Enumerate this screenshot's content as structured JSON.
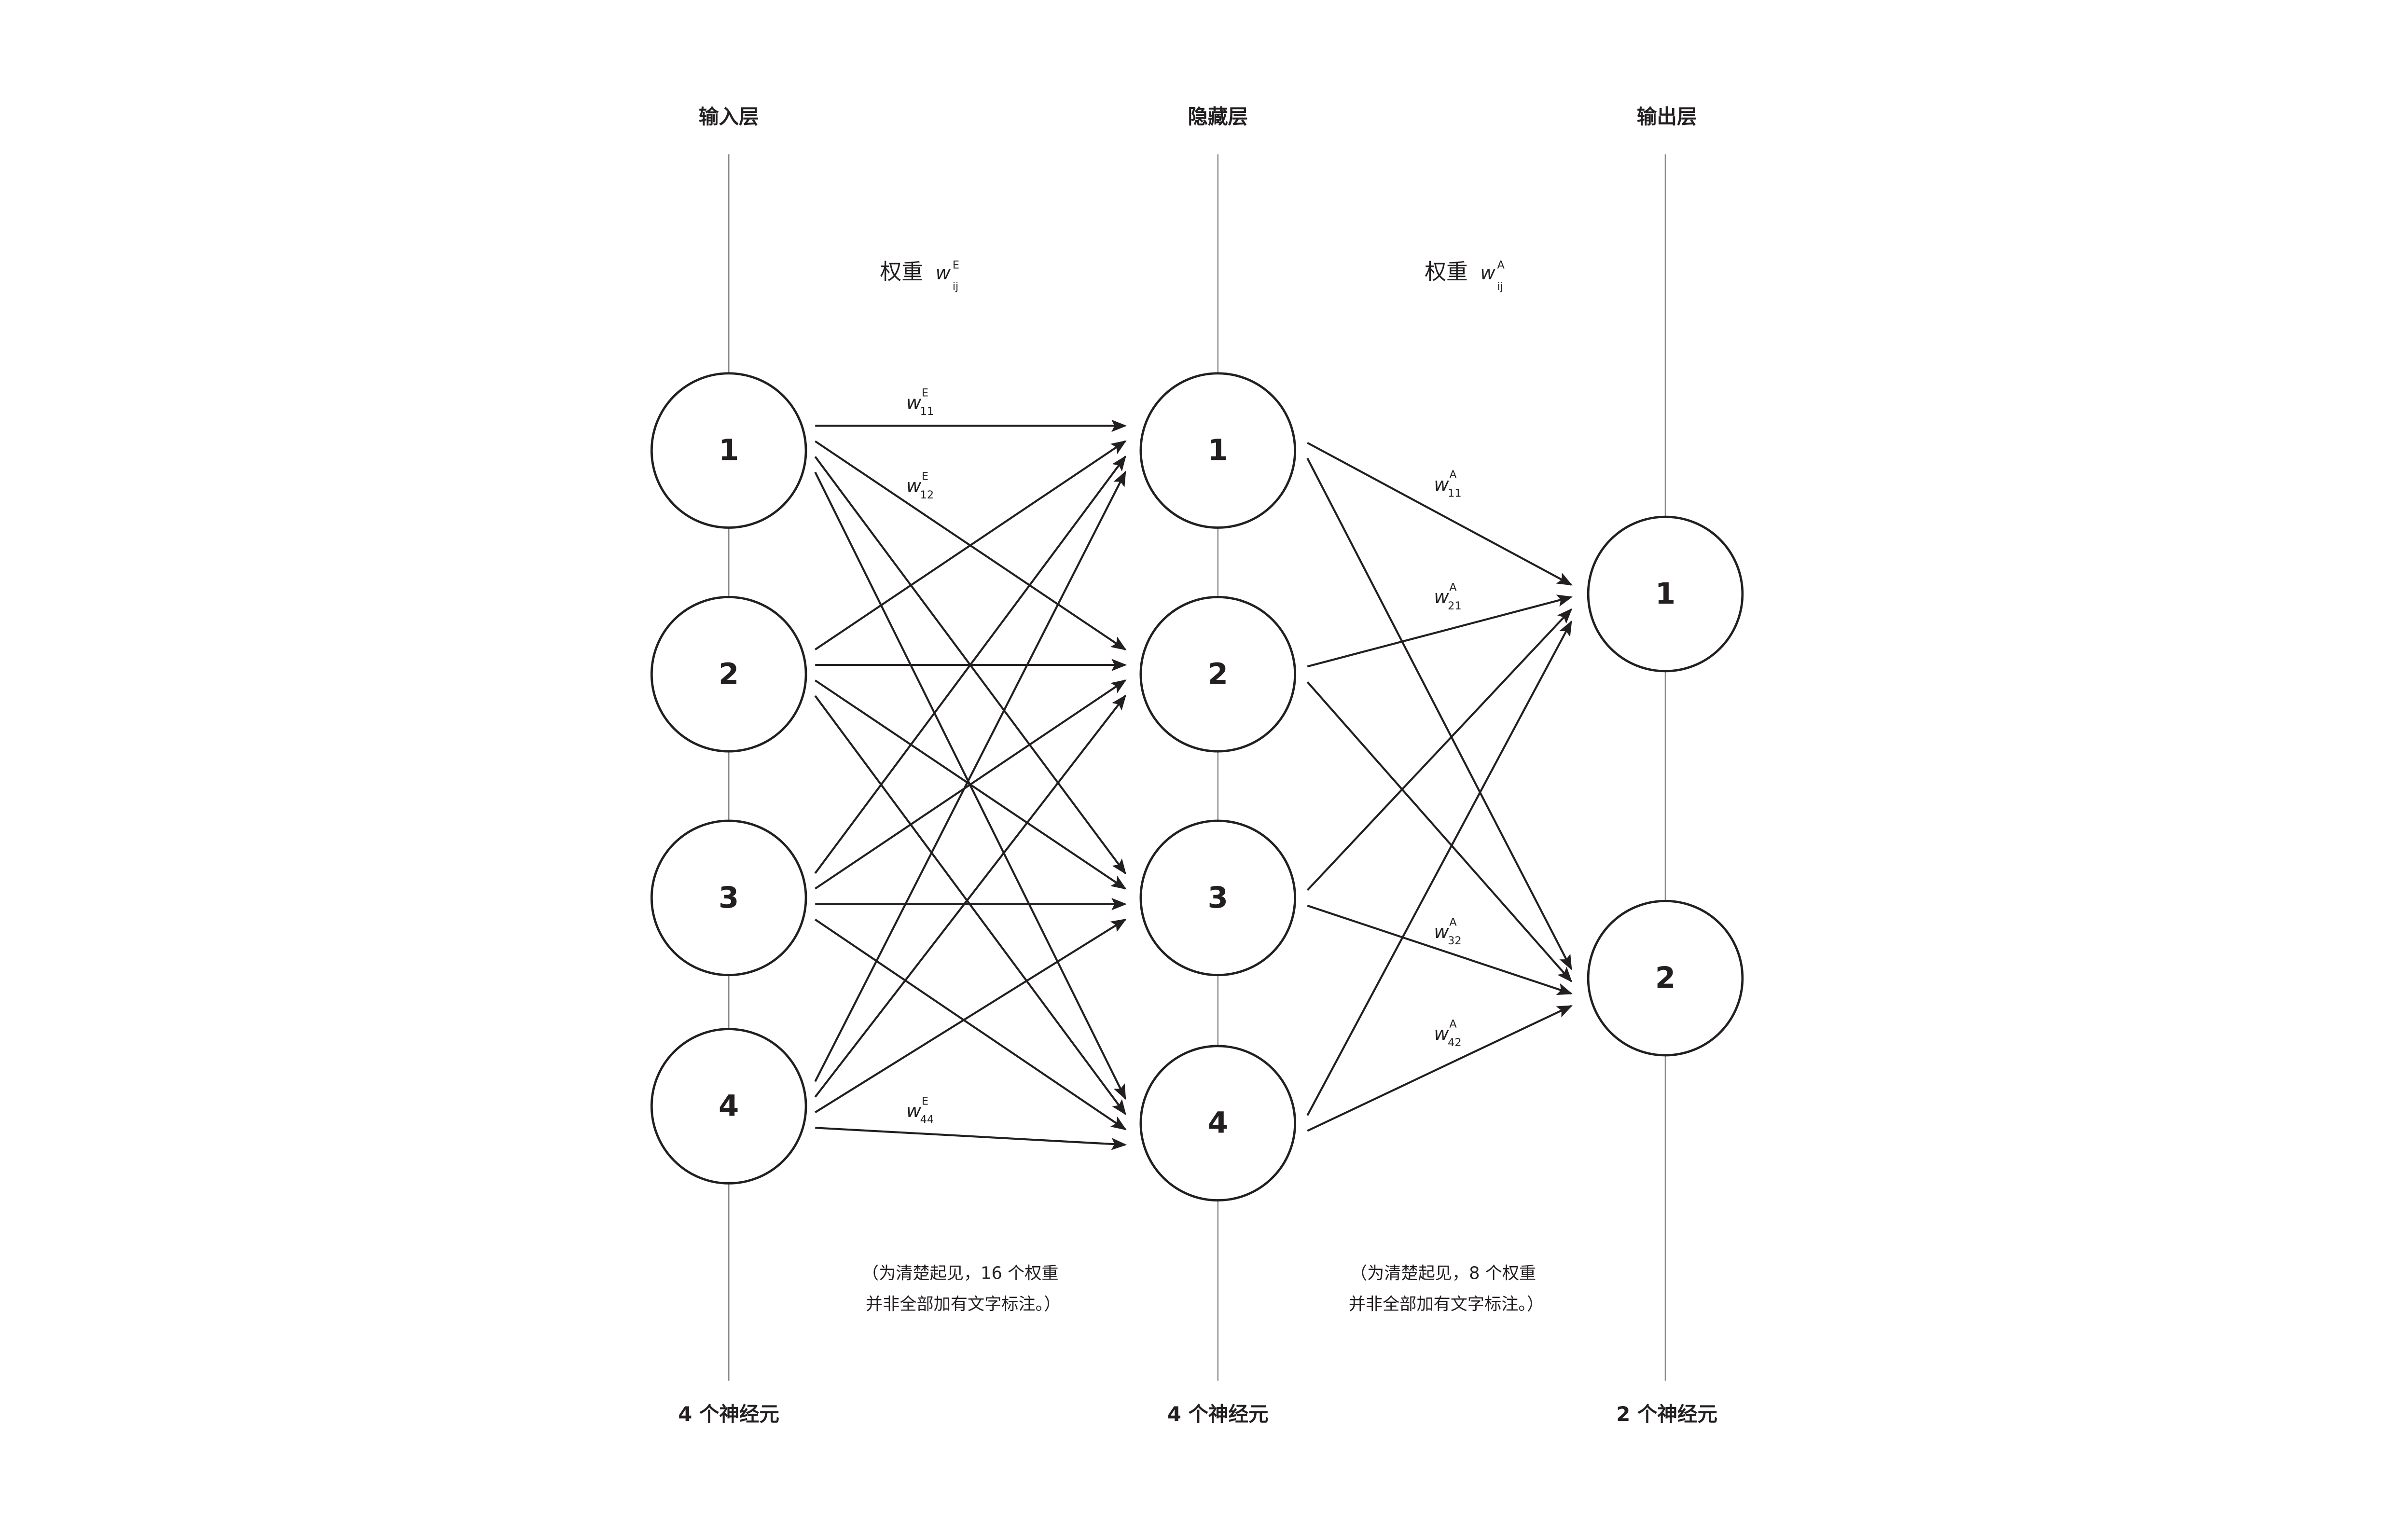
{
  "layers": [
    {
      "title": "输入层",
      "count_label": "4 个神经元",
      "nodes": [
        "1",
        "2",
        "3",
        "4"
      ]
    },
    {
      "title": "隐藏层",
      "count_label": "4 个神经元",
      "nodes": [
        "1",
        "2",
        "3",
        "4"
      ]
    },
    {
      "title": "输出层",
      "count_label": "2 个神经元",
      "nodes": [
        "1",
        "2"
      ]
    }
  ],
  "weight_headers": [
    {
      "prefix": "权重",
      "symbol": "w",
      "sup": "E",
      "sub": "ij"
    },
    {
      "prefix": "权重",
      "symbol": "w",
      "sup": "A",
      "sub": "ij"
    }
  ],
  "edge_labels": [
    {
      "symbol": "w",
      "sup": "E",
      "sub": "11"
    },
    {
      "symbol": "w",
      "sup": "E",
      "sub": "12"
    },
    {
      "symbol": "w",
      "sup": "E",
      "sub": "44"
    },
    {
      "symbol": "w",
      "sup": "A",
      "sub": "11"
    },
    {
      "symbol": "w",
      "sup": "A",
      "sub": "21"
    },
    {
      "symbol": "w",
      "sup": "A",
      "sub": "32"
    },
    {
      "symbol": "w",
      "sup": "A",
      "sub": "42"
    }
  ],
  "notes": [
    {
      "line1": "（为清楚起见，16 个权重",
      "line2": "并非全部加有文字标注。）"
    },
    {
      "line1": "（为清楚起见，8 个权重",
      "line2": "并非全部加有文字标注。）"
    }
  ],
  "colors": {
    "ink": "#231f20",
    "guide": "#8a8a8a"
  }
}
